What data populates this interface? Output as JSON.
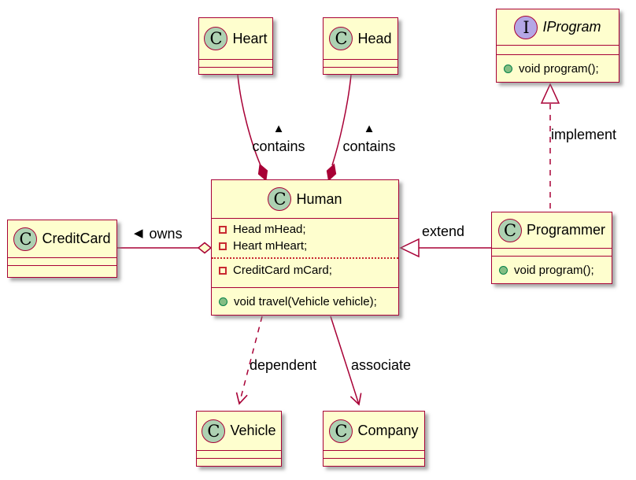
{
  "diagram_type": "uml-class-diagram",
  "colors": {
    "box_fill": "#FEFECE",
    "box_border": "#A80036",
    "edge_line": "#A80036",
    "class_spot_fill": "#ADD1B2",
    "interface_spot_fill": "#B4A7E5",
    "field_icon": "#C82930",
    "method_icon_fill": "#84BE84",
    "method_icon_border": "#038048",
    "label_text": "#000000"
  },
  "classes": {
    "heart": {
      "spot": "C",
      "name": "Heart"
    },
    "head": {
      "spot": "C",
      "name": "Head"
    },
    "iprogram": {
      "spot": "I",
      "name": "IProgram",
      "methods": [
        "void program();"
      ]
    },
    "creditcard": {
      "spot": "C",
      "name": "CreditCard"
    },
    "human": {
      "spot": "C",
      "name": "Human",
      "fields": [
        "Head mHead;",
        "Heart mHeart;",
        "CreditCard mCard;"
      ],
      "methods": [
        "void travel(Vehicle vehicle);"
      ]
    },
    "programmer": {
      "spot": "C",
      "name": "Programmer",
      "methods": [
        "void program();"
      ]
    },
    "vehicle": {
      "spot": "C",
      "name": "Vehicle"
    },
    "company": {
      "spot": "C",
      "name": "Company"
    }
  },
  "edges": {
    "contains_heart": {
      "marker": "▲",
      "label": "contains"
    },
    "contains_head": {
      "marker": "▲",
      "label": "contains"
    },
    "owns": {
      "marker": "◀",
      "label": "owns"
    },
    "extend": {
      "label": "extend"
    },
    "implement": {
      "label": "implement"
    },
    "dependent": {
      "label": "dependent"
    },
    "associate": {
      "label": "associate"
    }
  }
}
